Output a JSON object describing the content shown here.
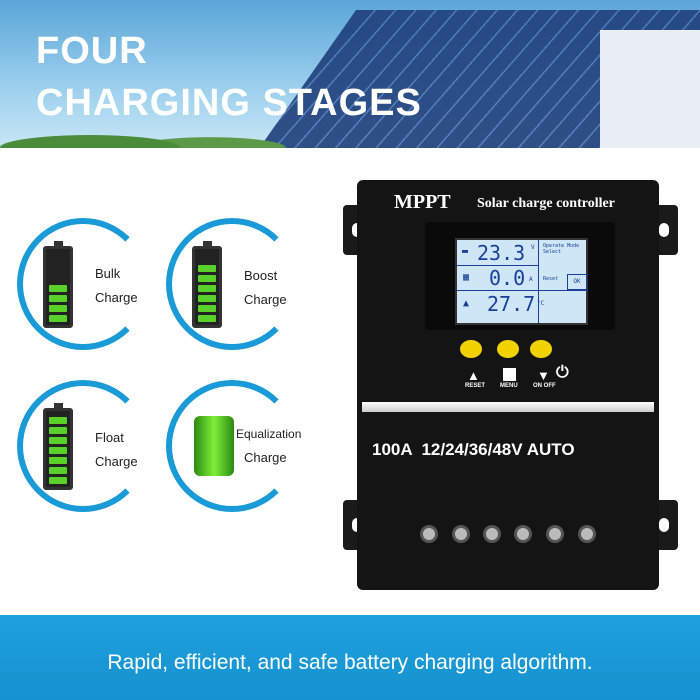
{
  "banner": {
    "line1": "FOUR",
    "line2": "CHARGING STAGES"
  },
  "stages": [
    {
      "label1": "Bulk",
      "label2": "Charge"
    },
    {
      "label1": "Boost",
      "label2": "Charge"
    },
    {
      "label1": "Float",
      "label2": "Charge"
    },
    {
      "label1": "Equalization",
      "label2": "Charge"
    }
  ],
  "controller": {
    "brand": "MPPT",
    "subtitle": "Solar charge controller",
    "rating": "100A  12/24/36/48V AUTO",
    "lcd": {
      "battery_voltage": "23.3",
      "voltage_unit": "V",
      "pv_current": "0.0",
      "current_unit": "A",
      "temperature": "27.7",
      "temp_unit": "°C",
      "mode_label": "Operate Mode Select",
      "ok": "OK",
      "reset_label": "Reset"
    },
    "buttons": {
      "reset": "RESET",
      "menu": "MENU",
      "onoff": "ON OFF"
    }
  },
  "footer": {
    "text": "Rapid, efficient, and safe battery charging algorithm."
  },
  "colors": {
    "accent": "#1a9ad6",
    "battery_green": "#5ad12a",
    "button_yellow": "#f2d300"
  }
}
